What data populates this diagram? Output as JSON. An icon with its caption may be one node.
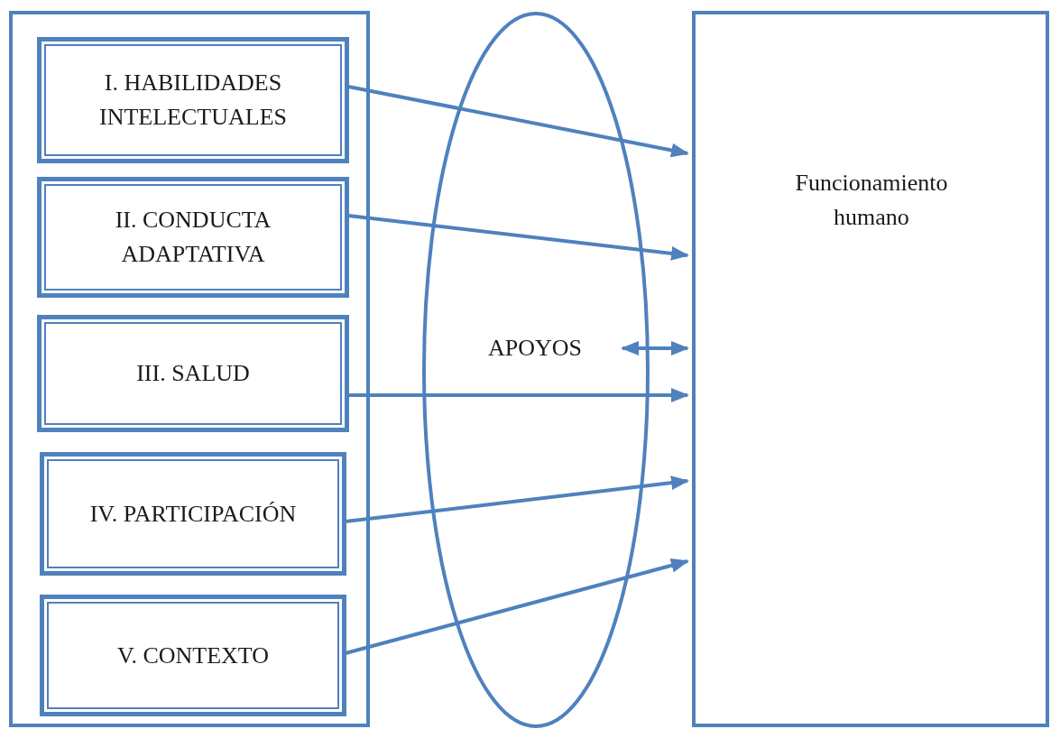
{
  "diagram": {
    "nodes": [
      {
        "text": [],
        "shape": "box"
      },
      {
        "text": [
          "I. HABILIDADES INTELECTUALES"
        ],
        "in": 0
      },
      {
        "text": [
          "II. CONDUCTA ADAPTATIVA"
        ],
        "in": 0
      },
      {
        "text": [
          "III. SALUD"
        ],
        "in": 0
      },
      {
        "text": [
          "IV. PARTICIPACIÓN"
        ],
        "in": 0
      },
      {
        "text": [
          "V. CONTEXTO"
        ],
        "in": 0
      },
      {
        "text": [
          "APOYOS"
        ]
      },
      {
        "text": [
          "Funcionamiento humano"
        ]
      }
    ],
    "edges": [
      {
        "from": 1,
        "to": 7,
        "arrow": "to"
      },
      {
        "from": 2,
        "to": 7,
        "arrow": "to"
      },
      {
        "from": 3,
        "to": 7,
        "arrow": "to"
      },
      {
        "from": 4,
        "to": 7,
        "arrow": "to"
      },
      {
        "from": 5,
        "to": 7,
        "arrow": "to"
      },
      {
        "from": 6,
        "to": 7,
        "arrow": "both"
      }
    ]
  }
}
